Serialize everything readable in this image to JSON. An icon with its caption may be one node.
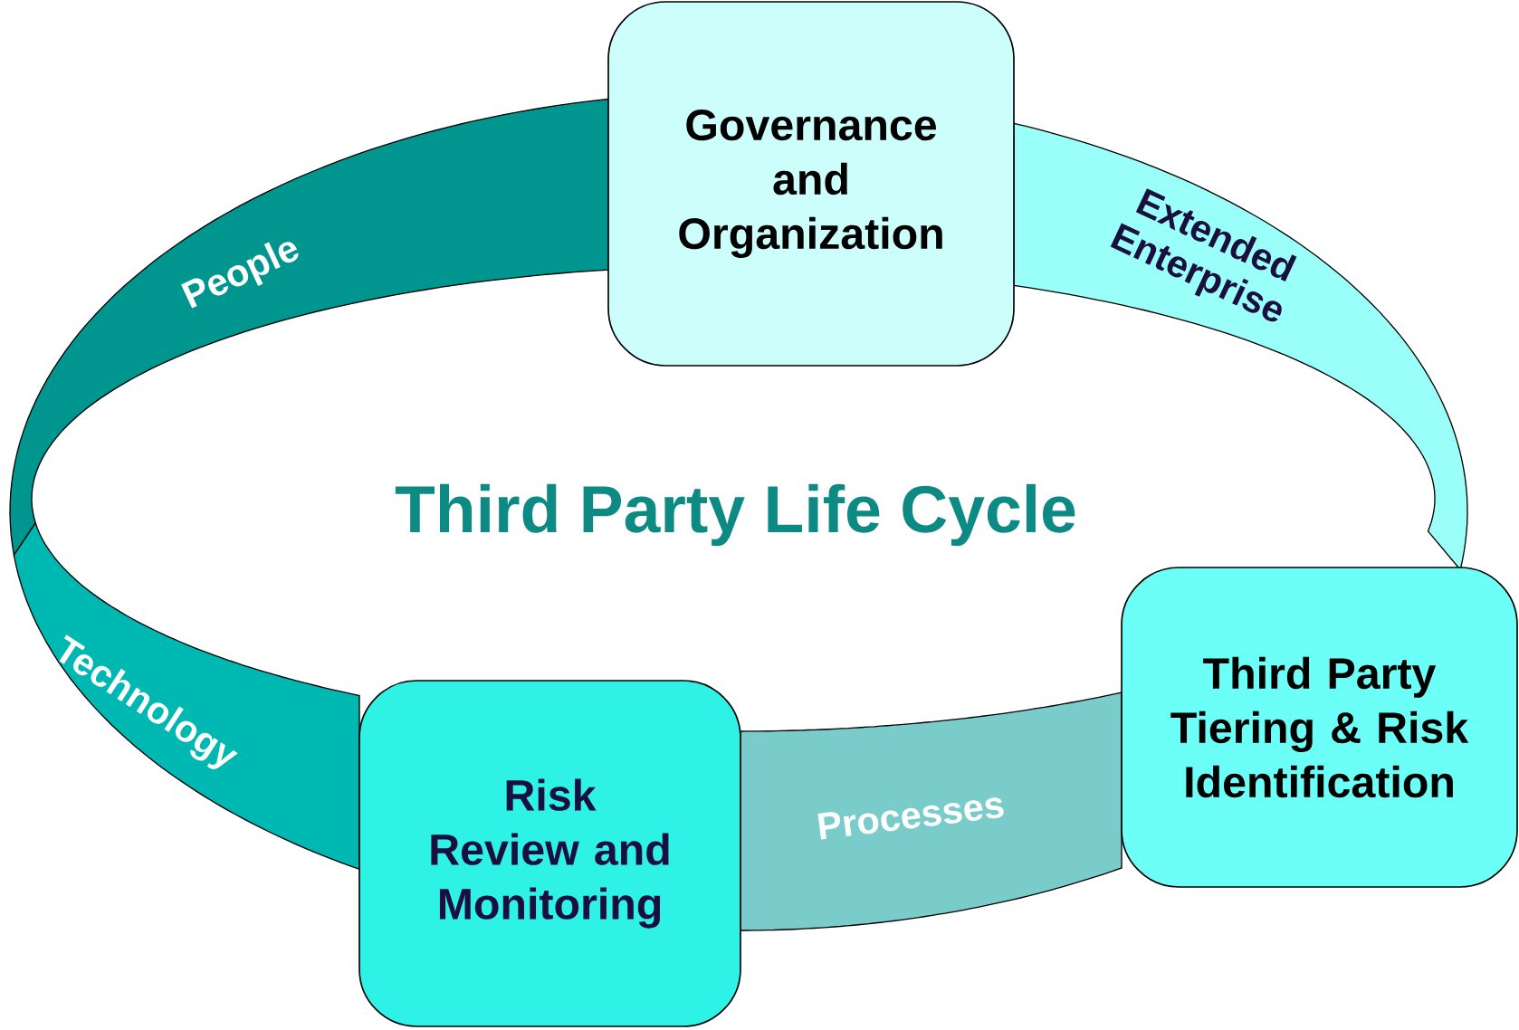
{
  "diagram": {
    "title": "Third Party Life Cycle",
    "nodes": [
      {
        "text": [
          "Governance and Organization"
        ]
      },
      {
        "text": [
          "People"
        ]
      },
      {
        "text": [
          "Extended Enterprise"
        ]
      },
      {
        "text": [
          "Technology"
        ]
      },
      {
        "text": [
          "Third Party Tiering & Risk Identification"
        ]
      },
      {
        "text": [
          "Risk Review and Monitoring"
        ]
      },
      {
        "text": [
          "Processes"
        ]
      }
    ],
    "edges": []
  }
}
